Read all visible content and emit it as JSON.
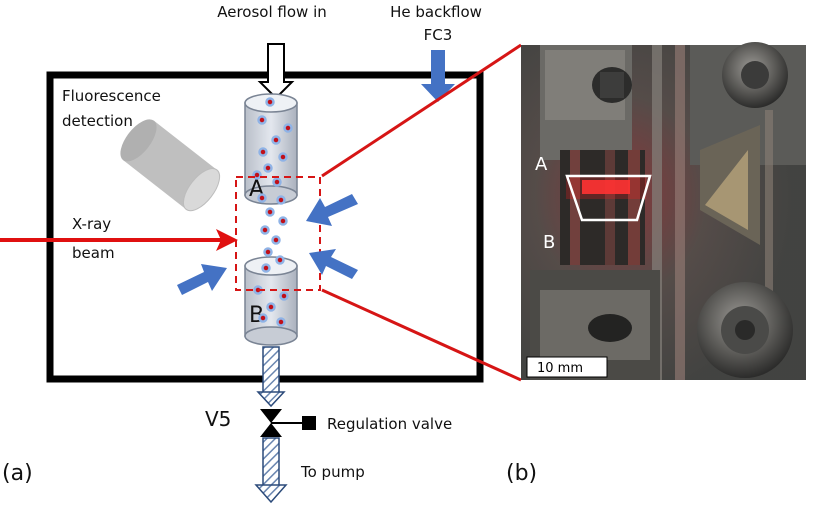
{
  "labels": {
    "aerosol_in": "Aerosol flow in",
    "he_backflow": "He backflow",
    "fc3": "FC3",
    "fluorescence_line1": "Fluorescence",
    "fluorescence_line2": "detection",
    "xray_line1": "X-ray",
    "xray_line2": "beam",
    "nozzle_a": "A",
    "nozzle_b": "B",
    "valve_name": "V5",
    "regulation_valve": "Regulation valve",
    "to_pump": "To pump",
    "panel_a": "(a)",
    "panel_b": "(b)",
    "photo_a": "A",
    "photo_b": "B",
    "scale_bar": "10 mm"
  },
  "colors": {
    "arrow_blue": "#4472c4",
    "beam_red": "#e01010",
    "frame_black": "#000000",
    "particle_red": "#c0101a",
    "detector_gray": "#c9c9c9"
  }
}
